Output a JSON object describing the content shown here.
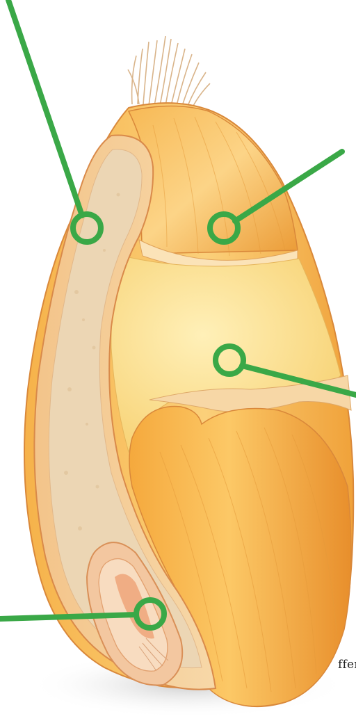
{
  "diagram": {
    "type": "grain-kernel-cross-section",
    "fragment_text": "ffer",
    "colors": {
      "leader": "#3aa847",
      "marker_fill": "#ffffff",
      "bran_outer": "#f2c890",
      "endosperm_cream": "#ecd6b4",
      "hull_orange": "#f0a23a",
      "hull_light": "#fbd27a",
      "aleurone_yellow": "#fbe08a",
      "germ": "#f4c9a4"
    },
    "callouts": [
      {
        "id": "callout-top-left",
        "icon": "circle-marker"
      },
      {
        "id": "callout-top-right",
        "icon": "circle-marker"
      },
      {
        "id": "callout-middle-right",
        "icon": "circle-marker"
      },
      {
        "id": "callout-bottom-left",
        "icon": "circle-marker"
      }
    ]
  }
}
